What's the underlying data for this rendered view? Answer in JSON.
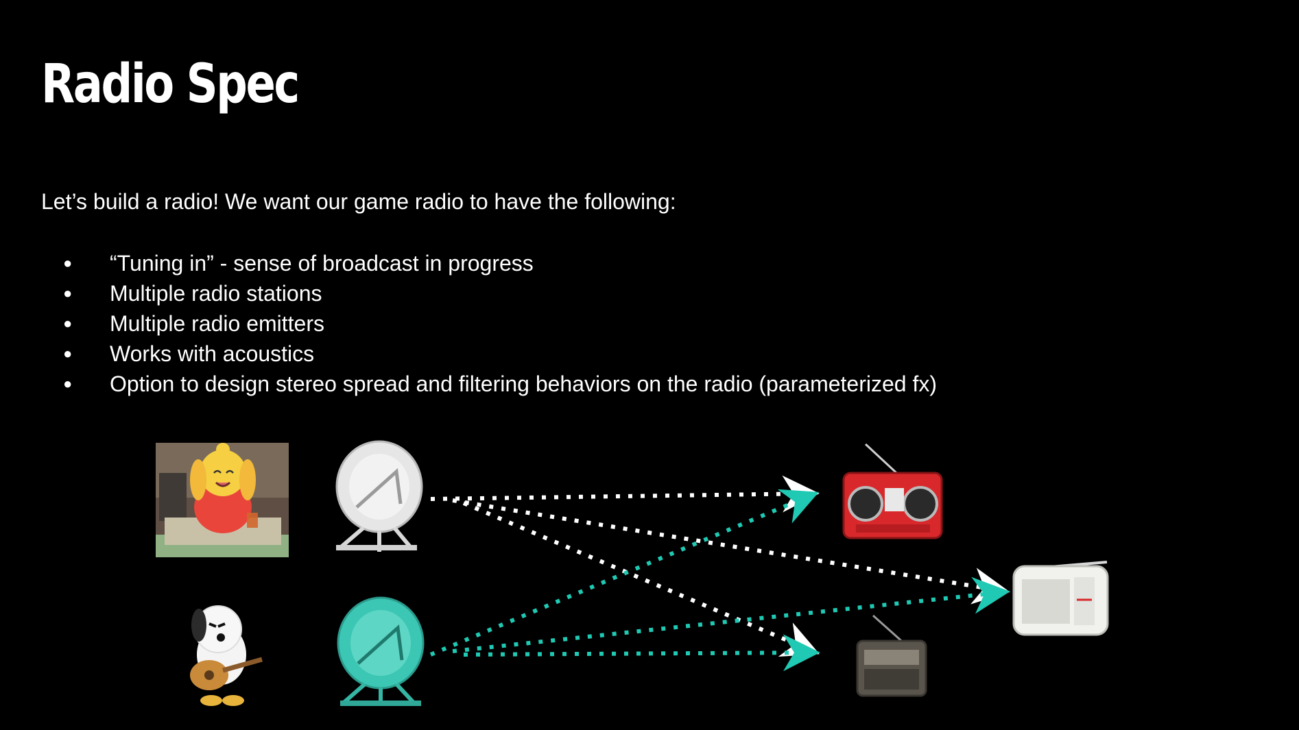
{
  "slide": {
    "title": "Radio Spec",
    "intro": "Let’s build a radio! We want our game radio to have the following:",
    "bullet_glyph": "●",
    "bullets": [
      "“Tuning in” - sense of broadcast in progress",
      "Multiple radio stations",
      "Multiple radio emitters",
      "Works with acoustics",
      "Option to design stereo spread and filtering behaviors on the radio (parameterized fx)"
    ]
  },
  "diagram": {
    "stations": [
      {
        "name": "station-1",
        "host_icon": "dog-host-at-desk",
        "dish_color": "#e6e6e6",
        "signal_color": "#ffffff"
      },
      {
        "name": "station-2",
        "host_icon": "dog-guitarist",
        "dish_color": "#3cc6b4",
        "signal_color": "#1fc9b3"
      }
    ],
    "receivers": [
      {
        "name": "red-boombox",
        "icon": "boombox-icon",
        "color": "#d8282b"
      },
      {
        "name": "white-radio",
        "icon": "portable-radio-icon",
        "color": "#f1f1ee"
      },
      {
        "name": "brown-radio",
        "icon": "vintage-radio-icon",
        "color": "#5a554c"
      }
    ],
    "links": [
      {
        "from": "station-1",
        "to": "red-boombox"
      },
      {
        "from": "station-1",
        "to": "white-radio"
      },
      {
        "from": "station-1",
        "to": "brown-radio"
      },
      {
        "from": "station-2",
        "to": "red-boombox"
      },
      {
        "from": "station-2",
        "to": "white-radio"
      },
      {
        "from": "station-2",
        "to": "brown-radio"
      }
    ]
  }
}
